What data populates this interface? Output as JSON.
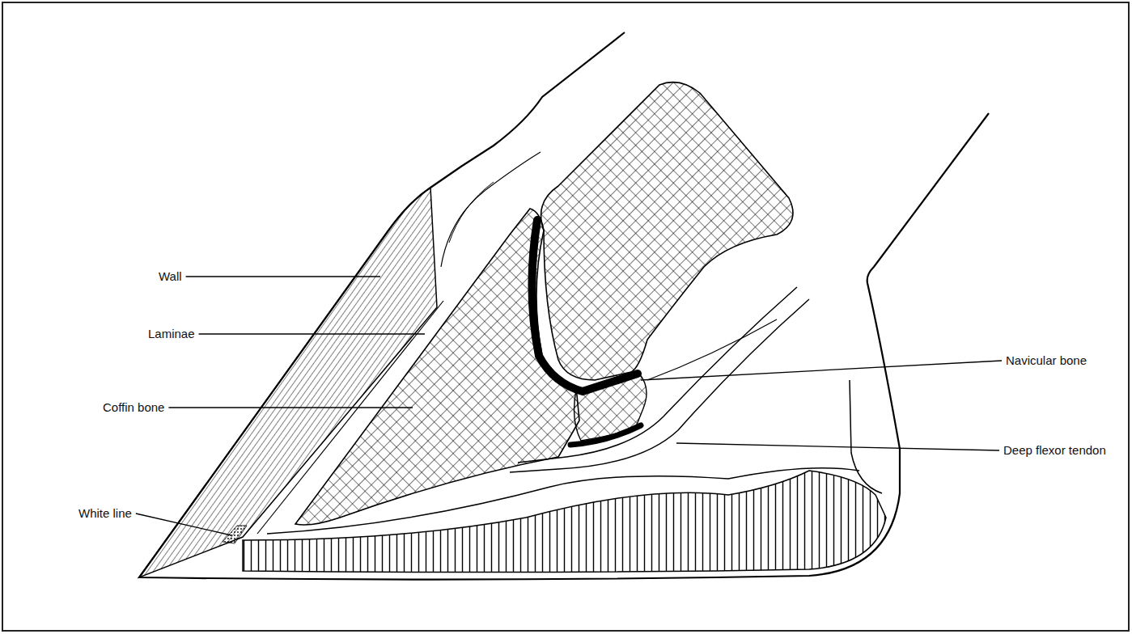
{
  "diagram": {
    "labels": [
      "Wall",
      "Laminae",
      "Coffin bone",
      "White line",
      "Navicular bone",
      "Deep flexor tendon"
    ]
  }
}
